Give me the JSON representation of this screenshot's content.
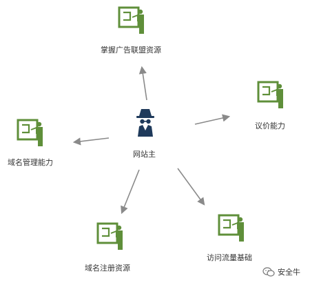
{
  "center": {
    "label": "网站主",
    "icon": "spy-icon"
  },
  "nodes": [
    {
      "id": "ad-alliance",
      "label": "掌握广告联盟资源",
      "icon": "presenter-board-icon"
    },
    {
      "id": "pricing",
      "label": "议价能力",
      "icon": "presenter-board-icon"
    },
    {
      "id": "domain-management",
      "label": "域名管理能力",
      "icon": "presenter-board-icon"
    },
    {
      "id": "domain-registration",
      "label": "域名注册资源",
      "icon": "presenter-board-icon"
    },
    {
      "id": "traffic-base",
      "label": "访问流量基础",
      "icon": "presenter-board-icon"
    }
  ],
  "watermark": {
    "text": "安全牛",
    "icon": "wechat-icon"
  },
  "colors": {
    "icon_green": "#5f8f3a",
    "center_navy": "#1f3a5b",
    "arrow_gray": "#8a8a8a",
    "text": "#333333"
  }
}
